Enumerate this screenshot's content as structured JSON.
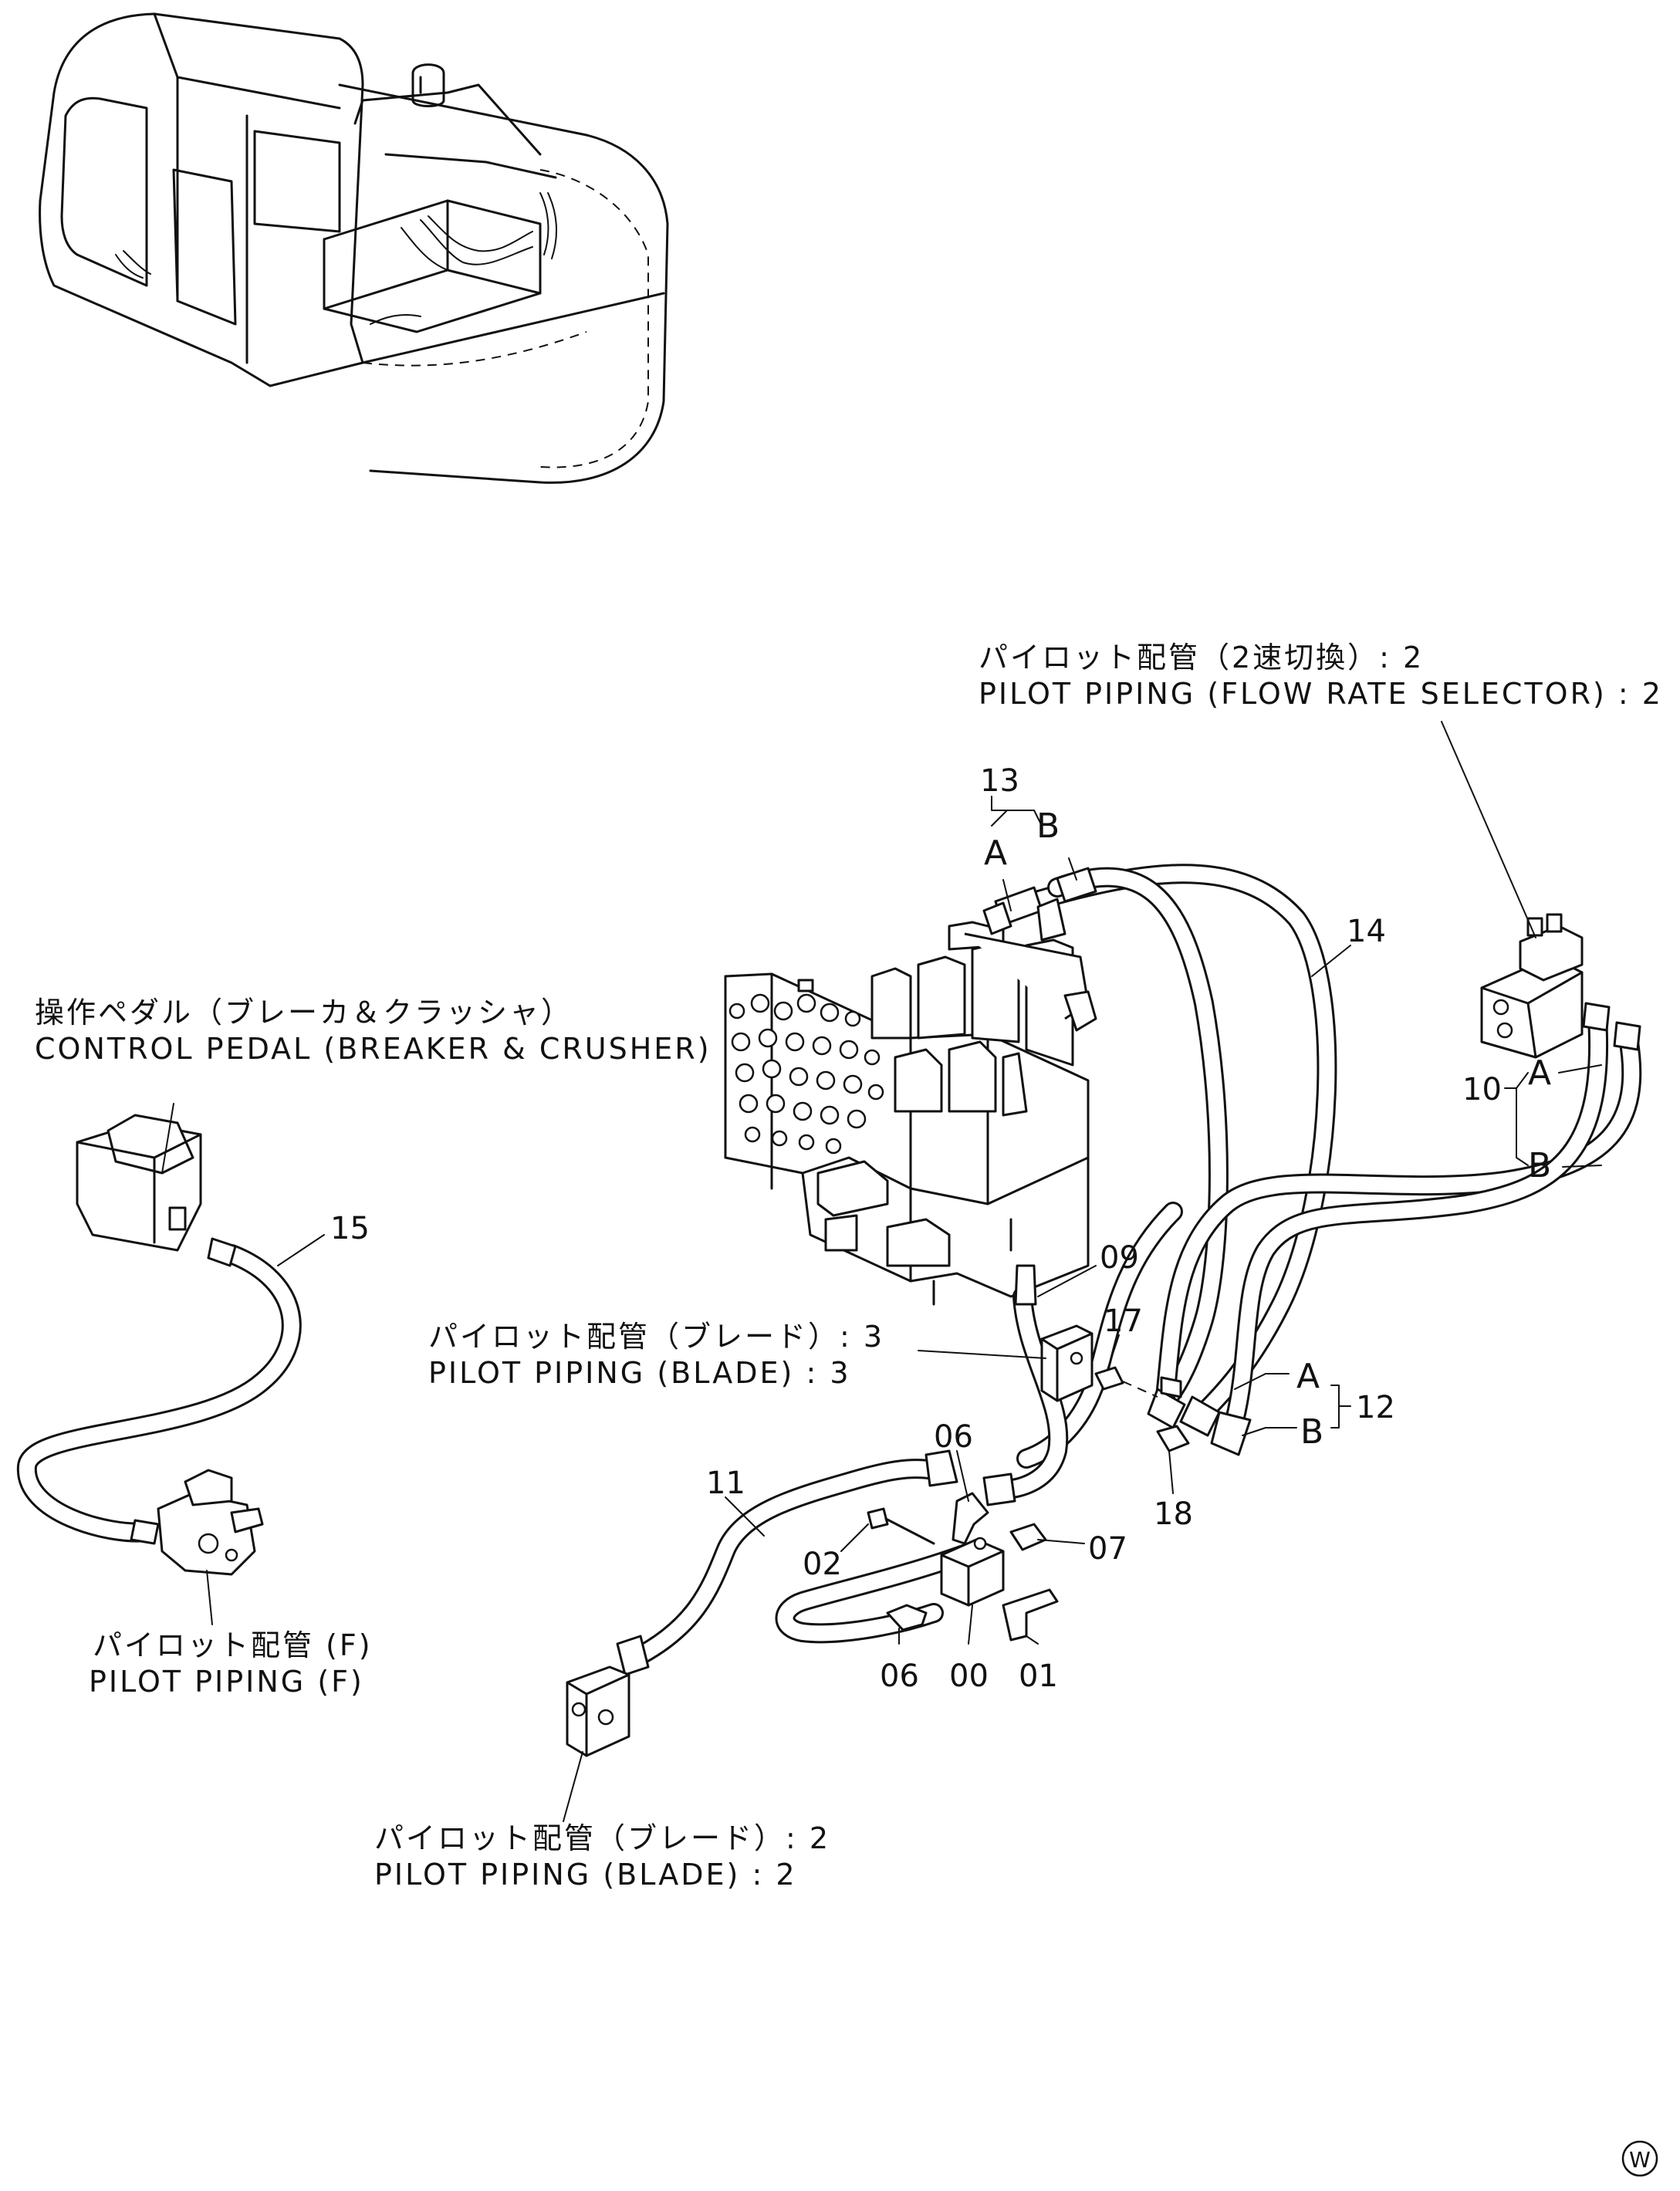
{
  "labels": {
    "flow_rate_selector_jp": "パイロット配管（2速切換）: 2",
    "flow_rate_selector_en": "PILOT PIPING (FLOW RATE SELECTOR) : 2",
    "control_pedal_jp": "操作ペダル（ブレーカ＆クラッシャ）",
    "control_pedal_en": "CONTROL PEDAL (BREAKER & CRUSHER)",
    "blade3_jp": "パイロット配管（ブレード）: 3",
    "blade3_en": "PILOT PIPING (BLADE) : 3",
    "pilot_f_jp": "パイロット配管 (F)",
    "pilot_f_en": "PILOT PIPING (F)",
    "blade2_jp": "パイロット配管（ブレード）: 2",
    "blade2_en": "PILOT PIPING (BLADE) : 2",
    "corner_mark": "W"
  },
  "callouts": {
    "p13": "13",
    "p14": "14",
    "p10": "10",
    "p15": "15",
    "p09": "09",
    "p17": "17",
    "p12": "12",
    "p18": "18",
    "p06a": "06",
    "p11": "11",
    "p02": "02",
    "p07": "07",
    "p06b": "06",
    "p00": "00",
    "p01": "01",
    "a13": "A",
    "b13": "B",
    "a10": "A",
    "b10": "B",
    "a12": "A",
    "b12": "B"
  }
}
